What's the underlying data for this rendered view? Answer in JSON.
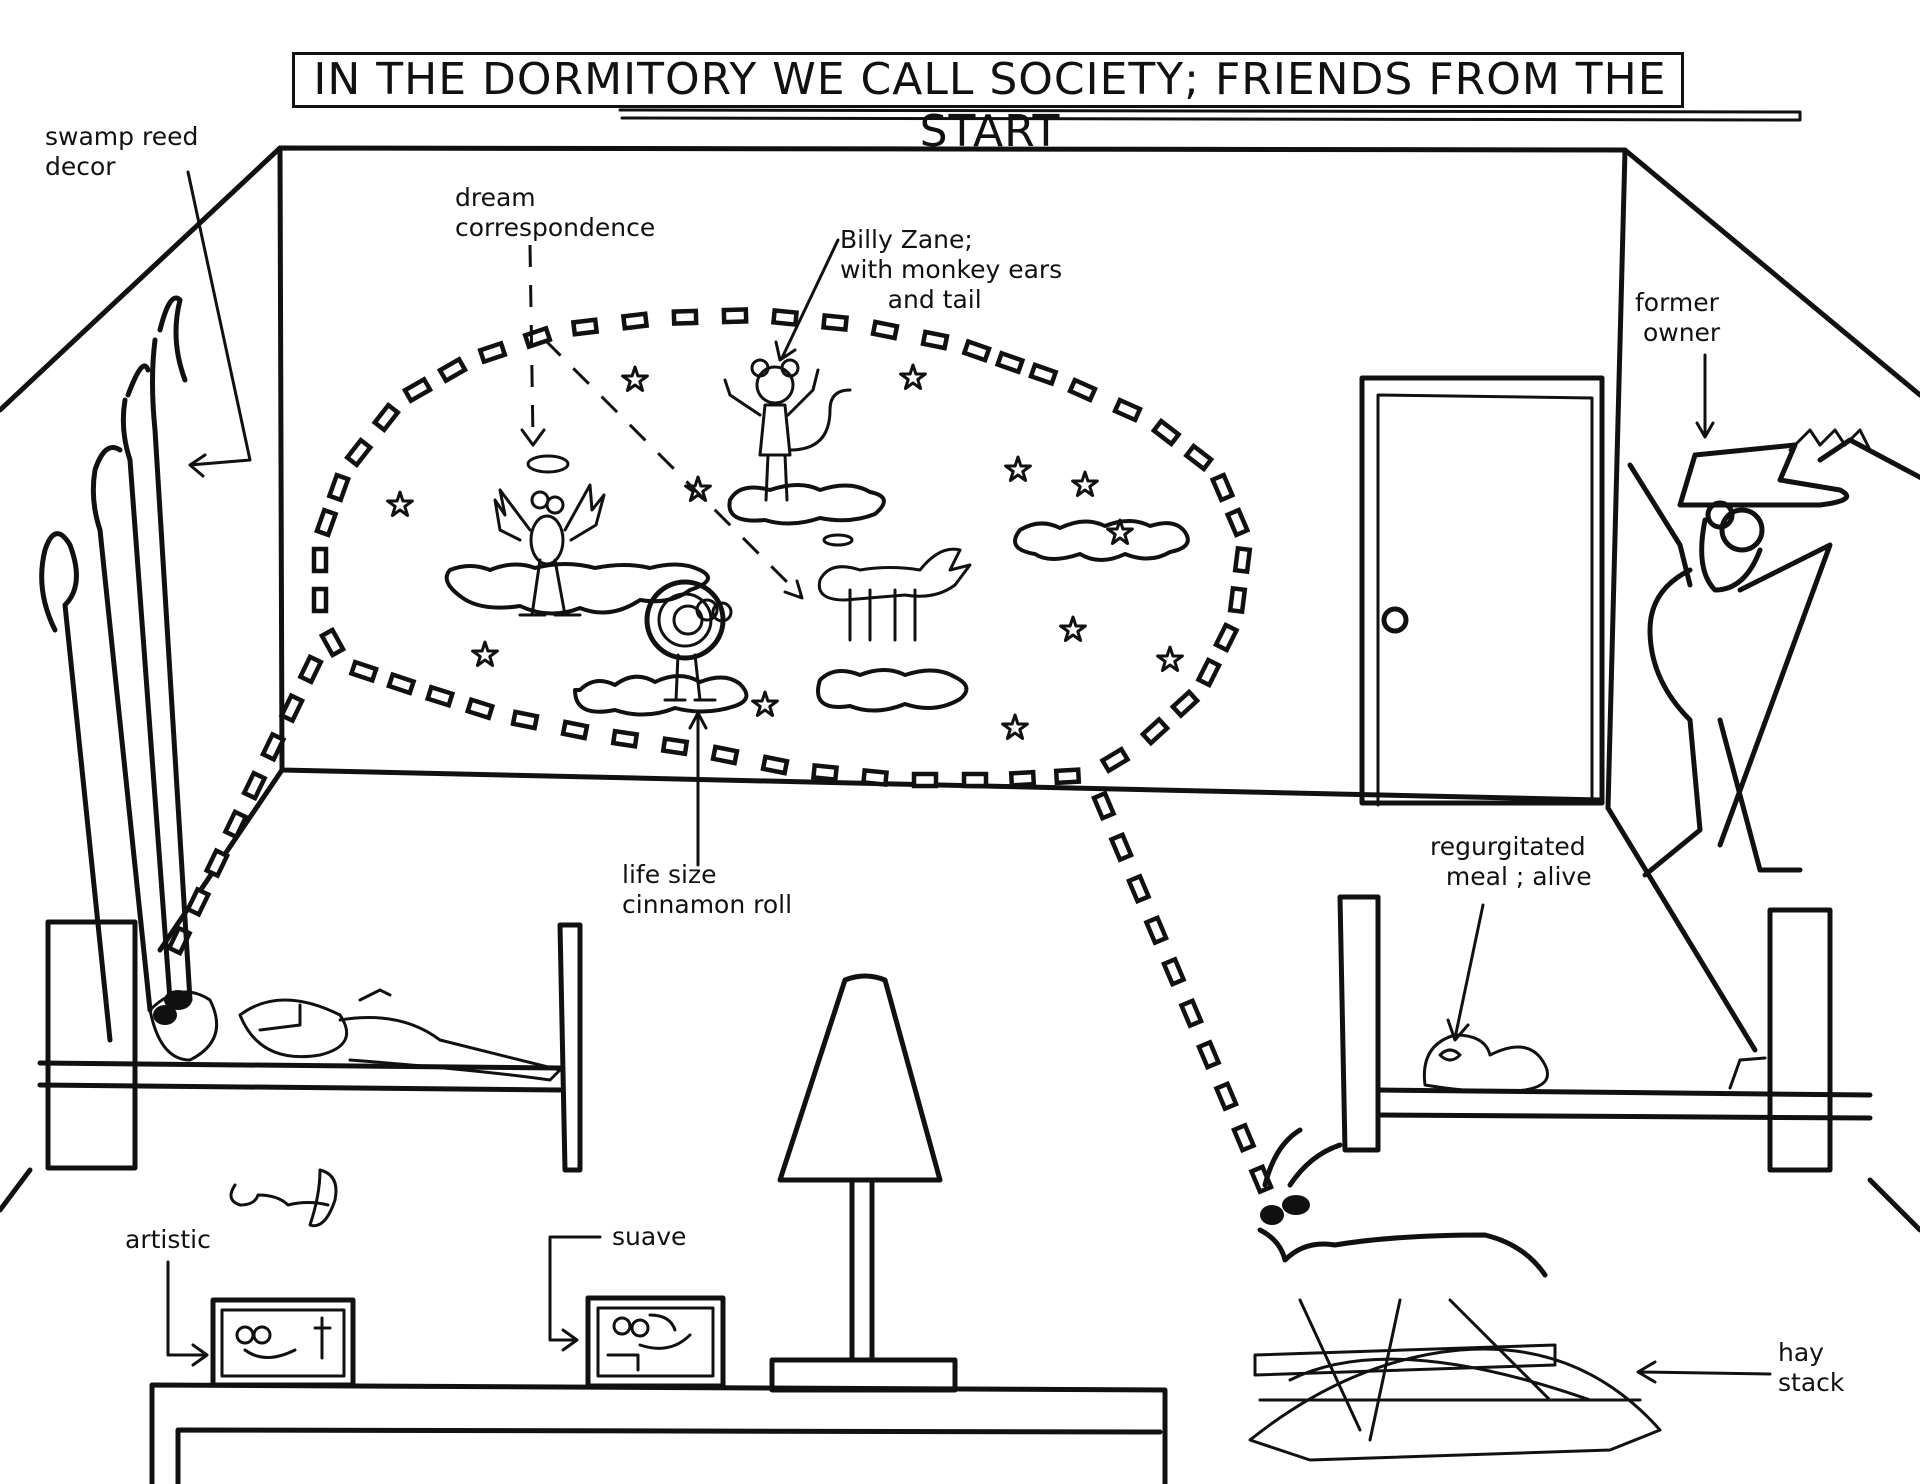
{
  "title": "IN THE DORMITORY WE CALL SOCIETY; FRIENDS FROM THE START",
  "labels": {
    "swamp_reed_decor": "swamp reed\ndecor",
    "dream_correspondence": "dream\ncorrespondence",
    "billy_zane": "Billy Zane;\nwith monkey ears\n      and tail",
    "former_owner": "former\n owner",
    "life_size_cinnamon_roll": "life size\ncinnamon roll",
    "regurgitated_meal": "regurgitated\n  meal ; alive",
    "artistic": "artistic",
    "suave": "suave",
    "hay_stack": "hay\nstack"
  },
  "colors": {
    "ink": "#111111",
    "paper": "#ffffff"
  }
}
